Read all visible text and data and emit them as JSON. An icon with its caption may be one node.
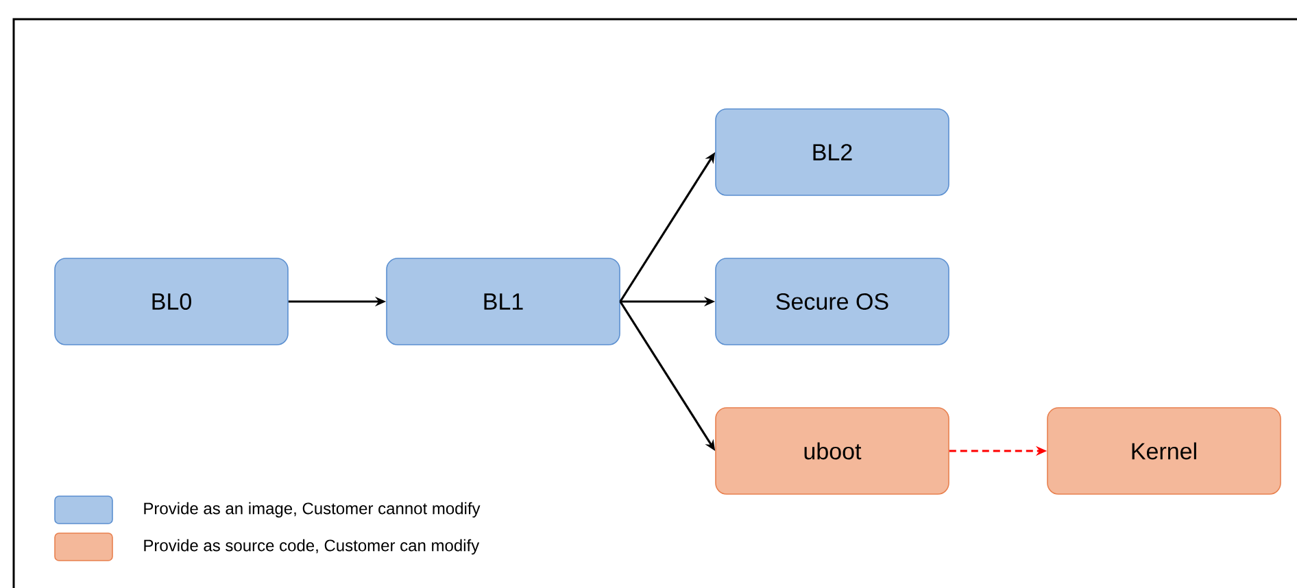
{
  "diagram": {
    "nodes": [
      {
        "text": [
          "BL0"
        ]
      },
      {
        "text": [
          "BL1"
        ]
      },
      {
        "text": [
          "BL2"
        ]
      },
      {
        "text": [
          "Secure OS"
        ]
      },
      {
        "text": [
          "uboot"
        ]
      },
      {
        "text": [
          "Kernel"
        ]
      }
    ],
    "edges": [
      {
        "from": 0,
        "to": 1,
        "arrow": "to"
      },
      {
        "from": 1,
        "to": 2,
        "arrow": "to"
      },
      {
        "from": 1,
        "to": 3,
        "arrow": "to"
      },
      {
        "from": 1,
        "to": 4,
        "arrow": "to"
      },
      {
        "from": 4,
        "to": 5,
        "arrow": "to",
        "style": "dashed",
        "color": "#ff0000"
      }
    ],
    "legend": [
      {
        "text": "Provide as an image, Customer cannot modify",
        "color": "#a9c6e8"
      },
      {
        "text": "Provide as source code, Customer can modify",
        "color": "#f4b89a"
      }
    ]
  }
}
